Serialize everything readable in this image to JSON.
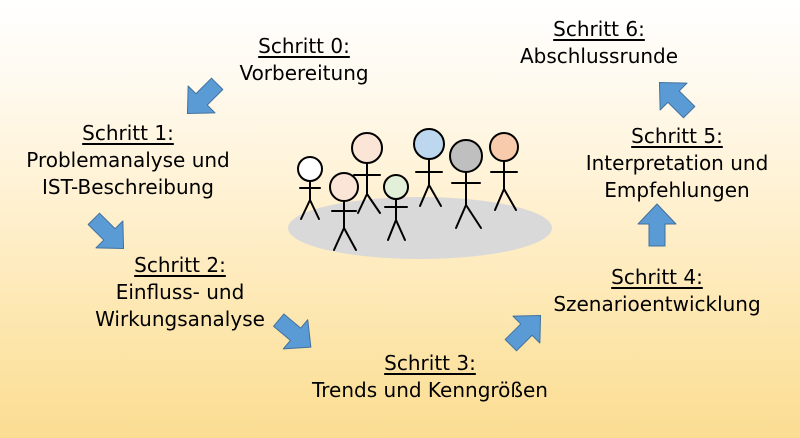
{
  "steps": [
    {
      "heading": "Schritt 0:",
      "lines": [
        "Vorbereitung"
      ]
    },
    {
      "heading": "Schritt 1:",
      "lines": [
        "Problemanalyse und",
        "IST-Beschreibung"
      ]
    },
    {
      "heading": "Schritt 2:",
      "lines": [
        "Einfluss- und",
        "Wirkungsanalyse"
      ]
    },
    {
      "heading": "Schritt 3:",
      "lines": [
        "Trends und Kenngrößen"
      ]
    },
    {
      "heading": "Schritt 4:",
      "lines": [
        "Szenarioentwicklung"
      ]
    },
    {
      "heading": "Schritt 5:",
      "lines": [
        "Interpretation und",
        "Empfehlungen"
      ]
    },
    {
      "heading": "Schritt 6:",
      "lines": [
        "Abschlussrunde"
      ]
    }
  ],
  "colors": {
    "arrow_fill": "#5b9bd5",
    "arrow_stroke": "#41719c",
    "platform": "#d9d9d9",
    "figure_heads": [
      "#ffffff",
      "#fbe5d6",
      "#fbe5d6",
      "#e2f0d9",
      "#bdd7ee",
      "#bfbfbf",
      "#f8cbad"
    ]
  }
}
